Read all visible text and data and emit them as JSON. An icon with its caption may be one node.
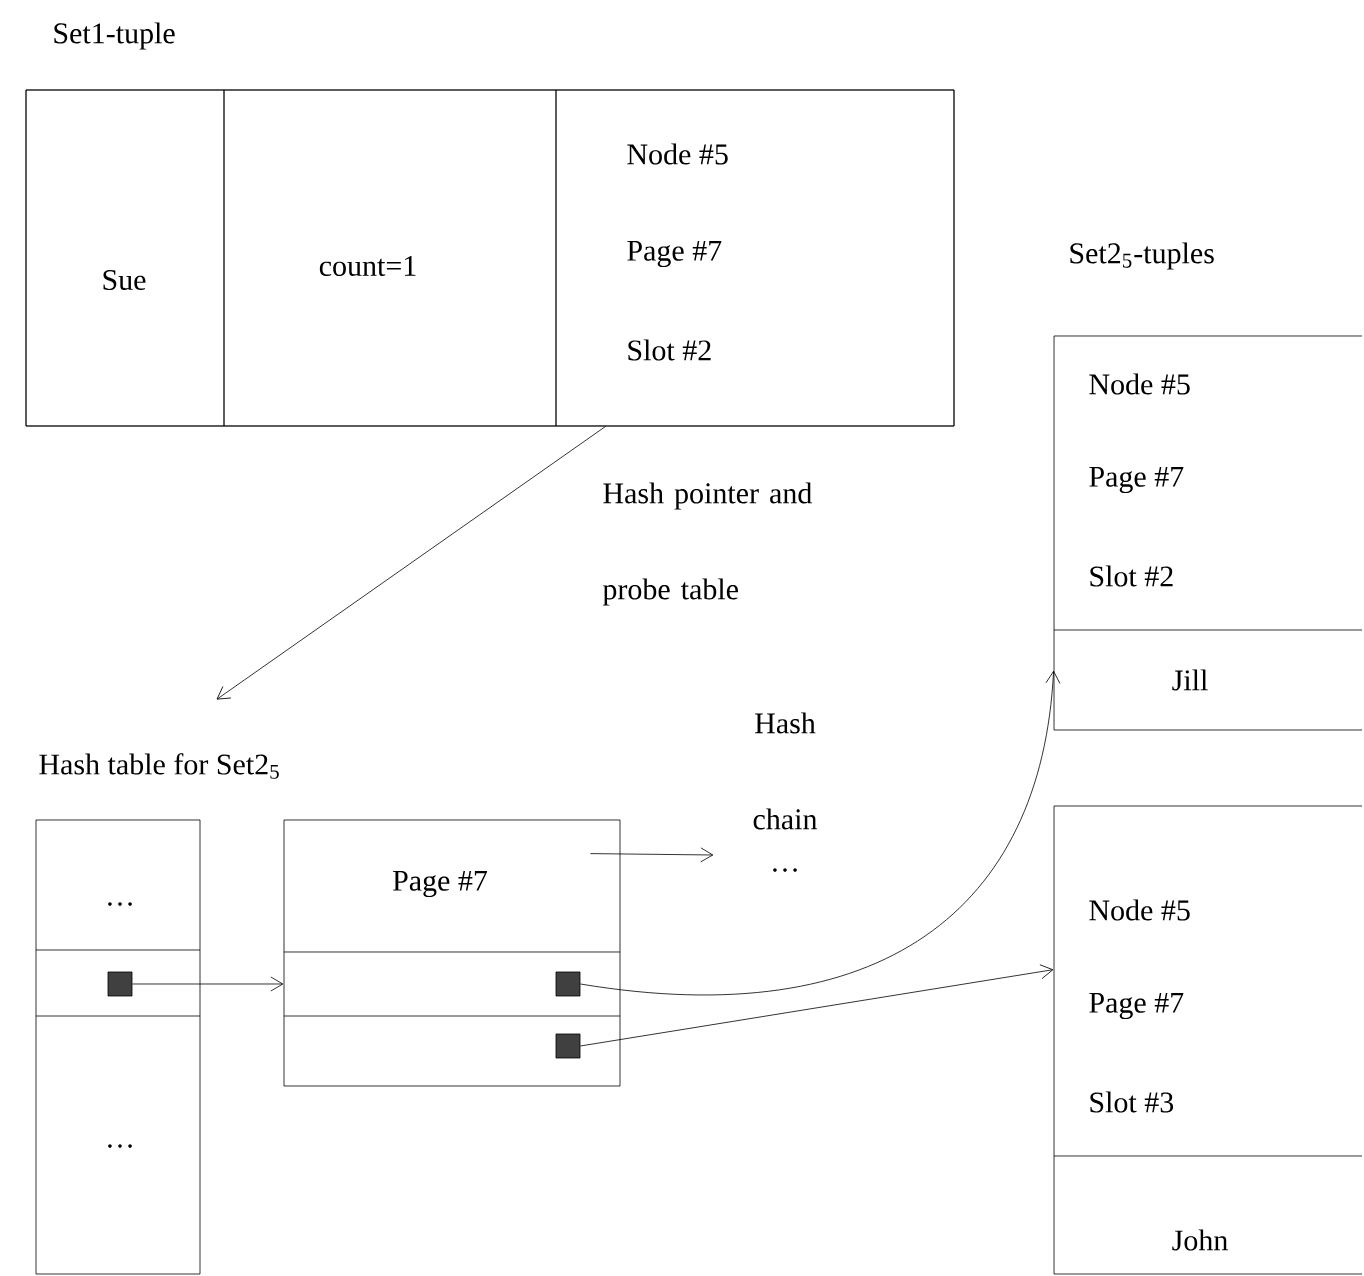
{
  "diagram": {
    "nodes": [
      {
        "text": [
          "Set1-tuple"
        ]
      },
      {
        "text": [
          "Sue"
        ],
        "in": 0
      },
      {
        "text": [
          "count=1"
        ],
        "in": 0
      },
      {
        "text": [
          "Node #5",
          "Page #7",
          "Slot #2"
        ],
        "in": 0
      },
      {
        "text": [
          "Node #5",
          "Page #7",
          "Slot #2",
          "Jill"
        ]
      },
      {
        "text": [
          "Node #5",
          "Page #7",
          "Slot #3",
          "John"
        ]
      },
      {
        "text": [
          "Hash table for Set2$_{5}$",
          "…",
          "…"
        ]
      },
      {
        "text": [],
        "shape": "box",
        "in": 6
      },
      {
        "text": [
          "Page #7"
        ]
      },
      {
        "text": [],
        "shape": "box",
        "in": 8
      },
      {
        "text": [],
        "shape": "box",
        "in": 8
      },
      {
        "text": [
          "Hash chain",
          "…"
        ]
      }
    ],
    "edges": [
      {
        "from": 3,
        "to": 6,
        "arrow": "to",
        "label": "Hash pointer and probe table"
      },
      {
        "from": 7,
        "to": 8,
        "arrow": "to"
      },
      {
        "from": 9,
        "to": 4,
        "arrow": "to"
      },
      {
        "from": 10,
        "to": 5,
        "arrow": "to"
      },
      {
        "from": 8,
        "to": 11,
        "arrow": "to"
      }
    ],
    "labels": [
      "Set2$_{5}$-tuples"
    ]
  }
}
